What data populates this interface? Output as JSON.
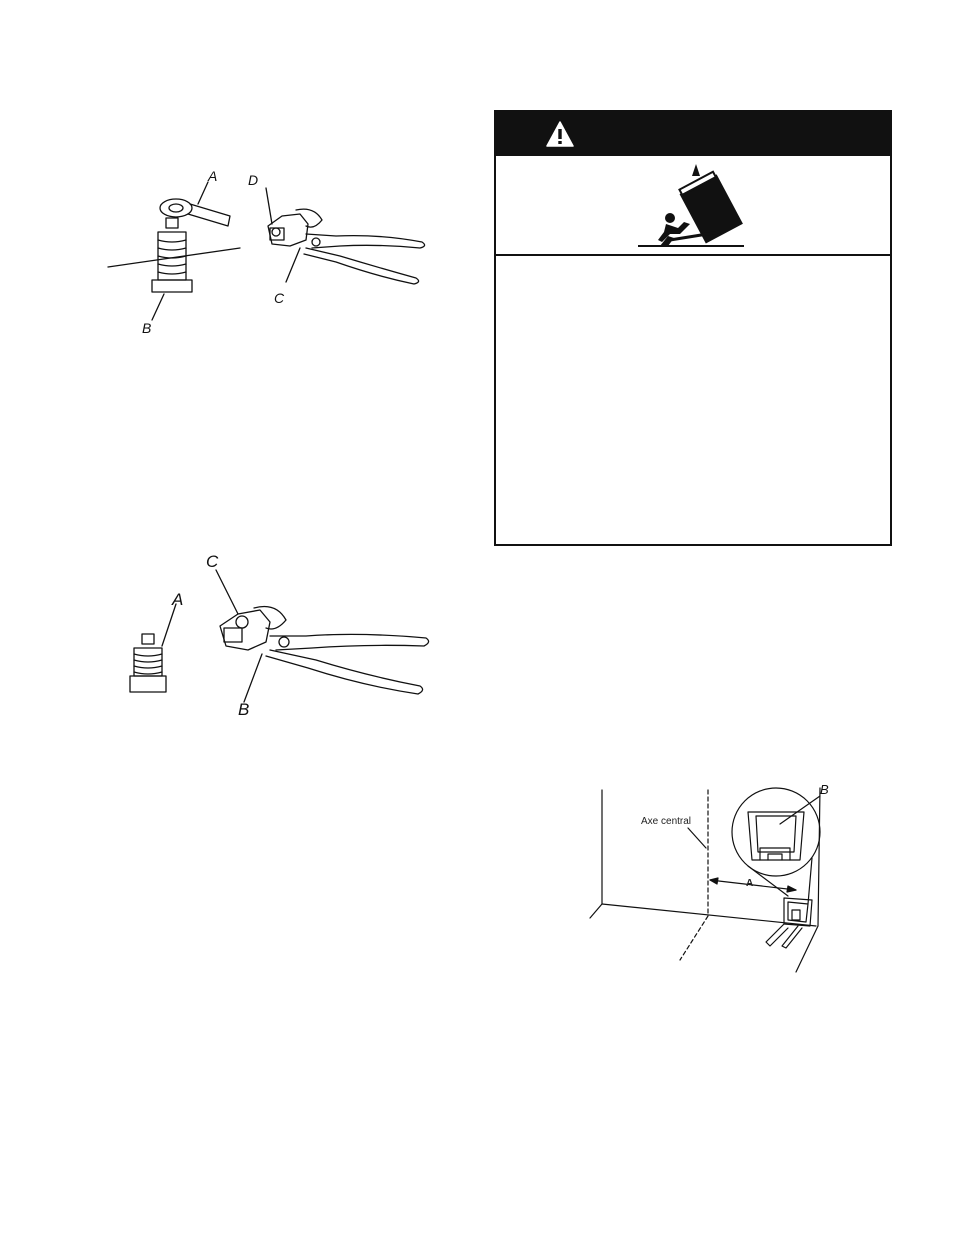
{
  "figure1": {
    "labels": {
      "a": "A",
      "b": "B",
      "c": "C",
      "d": "D"
    }
  },
  "figure2": {
    "labels": {
      "a": "A",
      "b": "B",
      "c": "C"
    }
  },
  "figure3": {
    "labels": {
      "axis": "Axe central",
      "a": "A",
      "b": "B"
    }
  },
  "warning": {
    "icon": "warning-triangle-icon",
    "pictogram": "tip-over-hazard-icon"
  },
  "colors": {
    "ink": "#111111",
    "header_bg": "#111111"
  }
}
